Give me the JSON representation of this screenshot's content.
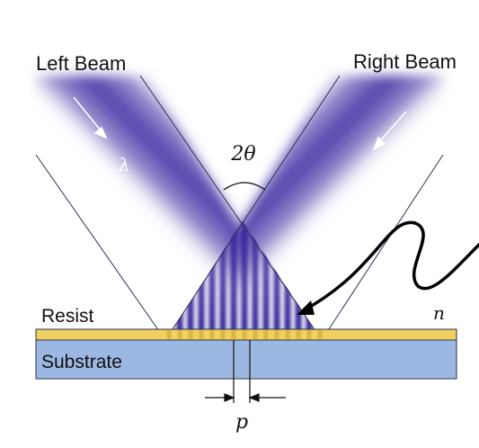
{
  "labels": {
    "left_beam": "Left Beam",
    "right_beam": "Right Beam",
    "wavelength": "λ",
    "angle": "2θ",
    "resist": "Resist",
    "refractive_index": "n",
    "substrate": "Substrate",
    "period": "p"
  },
  "colors": {
    "beam": "#4a3aa8",
    "fringe": "#2e1f96",
    "resist_layer": "#f0d060",
    "substrate_layer": "#9cb8e2",
    "outline": "#2a3350",
    "arrow": "#ffffff",
    "pointer_curve": "#000000"
  },
  "fringe_count": 15,
  "icons": {
    "incident_arrows": "white-arrow-icon",
    "pointer": "curved-pointer-arrow-icon"
  }
}
